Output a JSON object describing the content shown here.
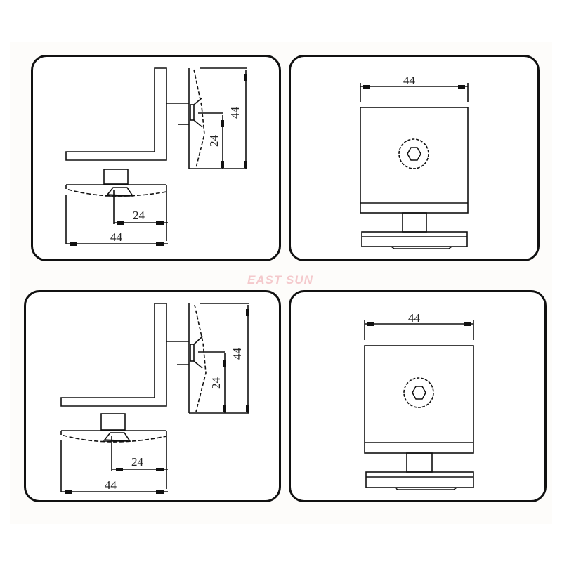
{
  "watermark": {
    "text": "EAST  SUN",
    "color": "#f4c9cc"
  },
  "panels": [
    {
      "id": "top-left",
      "view": "side-elevation",
      "dimensions": {
        "bracket_height": "44",
        "bolt_offset_vertical": "24",
        "bolt_offset_horizontal": "24",
        "base_width": "44"
      }
    },
    {
      "id": "top-right",
      "view": "front-elevation",
      "dimensions": {
        "plate_width": "44"
      }
    },
    {
      "id": "bottom-left",
      "view": "side-elevation",
      "dimensions": {
        "bracket_height": "44",
        "bolt_offset_vertical": "24",
        "bolt_offset_horizontal": "24",
        "base_width": "44"
      }
    },
    {
      "id": "bottom-right",
      "view": "front-elevation",
      "dimensions": {
        "plate_width": "44"
      }
    }
  ],
  "colors": {
    "line": "#111111",
    "border": "#111111",
    "background": "#ffffff"
  }
}
